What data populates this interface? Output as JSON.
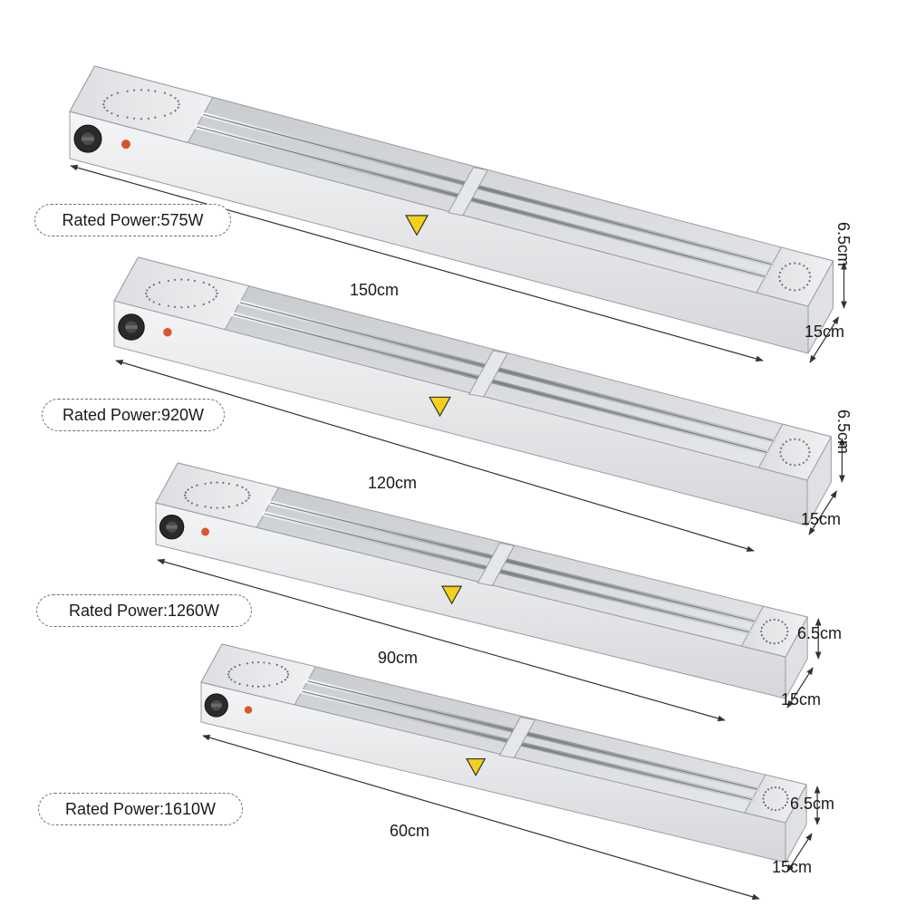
{
  "products": [
    {
      "power_label": "Rated Power:575W",
      "length": "150cm",
      "height": "6.5cm",
      "depth": "15cm"
    },
    {
      "power_label": "Rated Power:920W",
      "length": "120cm",
      "height": "6.5cm",
      "depth": "15cm"
    },
    {
      "power_label": "Rated Power:1260W",
      "length": "90cm",
      "height": "6.5cm",
      "depth": "15cm"
    },
    {
      "power_label": "Rated Power:1610W",
      "length": "60cm",
      "height": "6.5cm",
      "depth": "15cm"
    }
  ],
  "colors": {
    "steel_light": "#e9eaec",
    "steel_mid": "#c9cbcf",
    "steel_dark": "#9a9da3",
    "knob": "#2a2a2a",
    "indicator": "#d9552b",
    "warning": "#f2d21a",
    "dimension_line": "#333333"
  }
}
